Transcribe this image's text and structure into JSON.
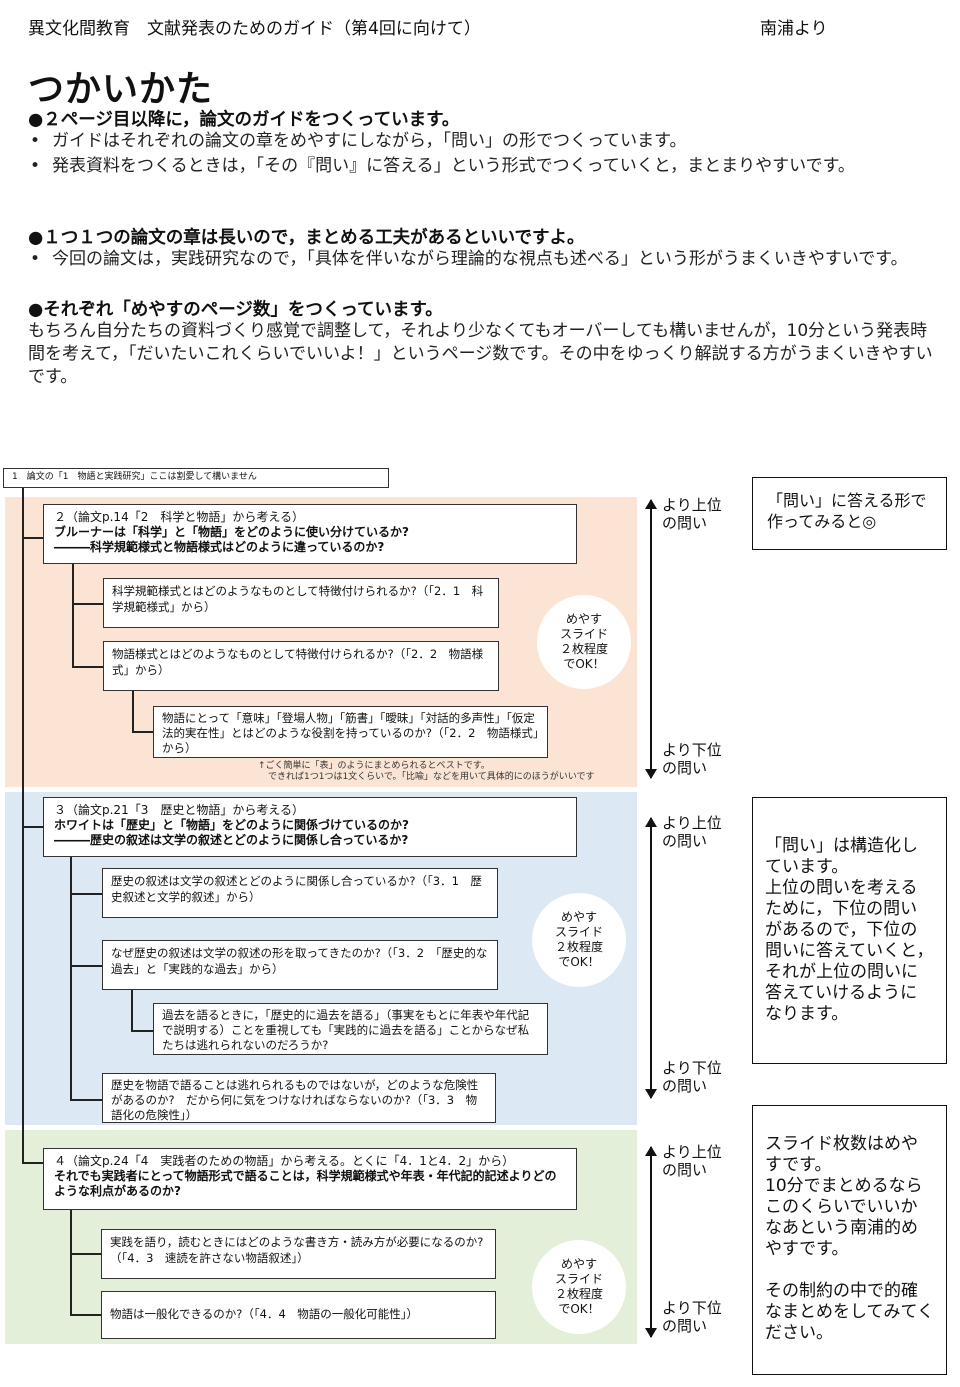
{
  "header": {
    "left": "異文化間教育　文献発表のためのガイド（第4回に向けて）",
    "right": "南浦より"
  },
  "title": "つかいかた",
  "intro": {
    "s1_heading": "●２ページ目以降に，論文のガイドをつくっています。",
    "s1_b1": "ガイドはそれぞれの論文の章をめやすにしながら，「問い」の形でつくっています。",
    "s1_b2": "発表資料をつくるときは，「その『問い』に答える」という形式でつくっていくと，まとまりやすいです。",
    "s2_heading": "●１つ１つの論文の章は長いので，まとめる工夫があるといいですよ。",
    "s2_b1": "今回の論文は，実践研究なので，「具体を伴いながら理論的な視点も述べる」という形がうまくいきやすいです。",
    "s3_heading": "●それぞれ「めやすのページ数」をつくっています。",
    "s3_para": "もちろん自分たちの資料づくり感覚で調整して，それより少なくてもオーバーしても構いませんが，10分という発表時間を考えて，「だいたいこれくらいでいいよ！」というページ数です。その中をゆっくり解説する方がうまくいきやすいです。",
    "bullet": "•"
  },
  "diagram": {
    "top_box": "1　論文の「1　物語と実践研究」ここは割愛して構いません",
    "sec2": {
      "main_l1": "２（論文p.14「2　科学と物語」から考える）",
      "main_l2": "ブルーナーは「科学」と「物語」をどのように使い分けているか?",
      "main_l3": "―――科学規範様式と物語様式はどのように違っているのか?",
      "q1": "科学規範様式とはどのようなものとして特徴付けられるか?（「2．1　科学規範様式」から）",
      "q2": "物語様式とはどのようなものとして特徴付けられるか?（「2．2　物語様式」から）",
      "q3": "物語にとって「意味」「登場人物」「筋書」「曖昧」「対話的多声性」「仮定法的実在性」とはどのような役割を持っているのか?（「2．2　物語様式」から）",
      "note1": "↑ごく簡単に「表」のようにまとめられるとベストです。",
      "note2": "できれば1つ1つは1文くらいで。「比喩」などを用いて具体的にのほうがいいです",
      "circle": "めやす\nスライド\n２枚程度\nでOK！"
    },
    "sec3": {
      "main_l1": "３（論文p.21「3　歴史と物語」から考える）",
      "main_l2": "ホワイトは「歴史」と「物語」をどのように関係づけているのか?",
      "main_l3": "―――歴史の叙述は文学の叙述とどのように関係し合っているか?",
      "q1": "歴史の叙述は文学の叙述とどのように関係し合っているか?（「3．1　歴史叙述と文学的叙述」から）",
      "q2": "なぜ歴史の叙述は文学の叙述の形を取ってきたのか?（「3．2　「歴史的な過去」と「実践的な過去」から）",
      "q3": "過去を語るときに，「歴史的に過去を語る」（事実をもとに年表や年代記で説明する）ことを重視しても「実践的に過去を語る」ことからなぜ私たちは逃れられないのだろうか?",
      "q4": "歴史を物語で語ることは逃れられるものではないが，どのような危険性があるのか?　だから何に気をつけなければならないのか?（「3．3　物語化の危険性」）",
      "circle": "めやす\nスライド\n２枚程度\nでOK！"
    },
    "sec4": {
      "main_l1": "４（論文p.24「4　実践者のための物語」から考える。とくに「4．1と4．2」から）",
      "main_l2": "それでも実践者にとって物語形式で語ることは，科学規範様式や年表・年代記的記述よりどのような利点があるのか?",
      "q1": "実践を語り，読むときにはどのような書き方・読み方が必要になるのか?（「4．3　速読を許さない物語叙述」）",
      "q2": "物語は一般化できるのか?（「4．4　物語の一般化可能性」）",
      "circle": "めやす\nスライド\n２枚程度\nでOK！"
    },
    "upper": "より上位\nの問い",
    "lower": "より下位\nの問い",
    "band_colors": {
      "sec2": "#fbe4d4",
      "sec3": "#dde8f5",
      "sec4": "#e3efd8"
    }
  },
  "side_notes": {
    "n1": "「問い」に答える形で作ってみると◎",
    "n2": "「問い」は構造化しています。\n上位の問いを考えるために，下位の問いがあるので，下位の問いに答えていくと，それが上位の問いに答えていけるようになります。",
    "n3": "スライド枚数はめやすです。\n10分でまとめるならこのくらいでいいかなあという南浦的めやすです。\n\nその制約の中で的確なまとめをしてみてください。"
  }
}
